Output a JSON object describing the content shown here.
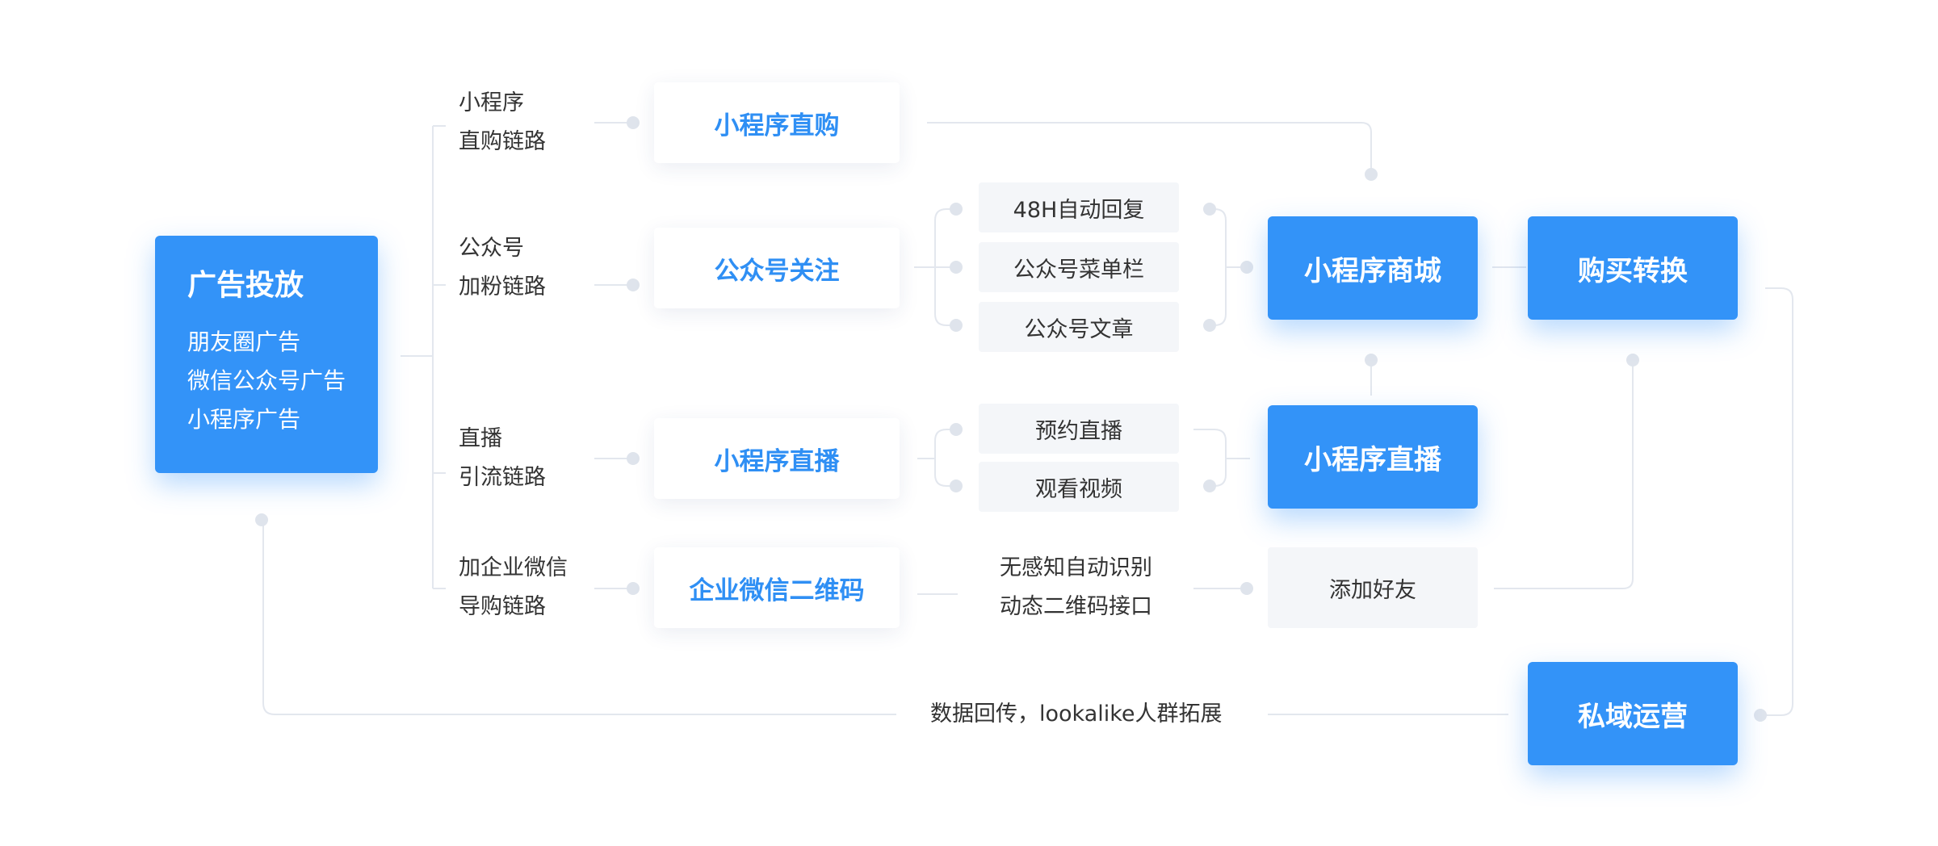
{
  "ad": {
    "title": "广告投放",
    "items": [
      "朋友圈广告",
      "微信公众号广告",
      "小程序广告"
    ]
  },
  "routes": [
    {
      "label_line1": "小程序",
      "label_line2": "直购链路",
      "node": "小程序直购"
    },
    {
      "label_line1": "公众号",
      "label_line2": "加粉链路",
      "node": "公众号关注"
    },
    {
      "label_line1": "直播",
      "label_line2": "引流链路",
      "node": "小程序直播"
    },
    {
      "label_line1": "加企业微信",
      "label_line2": "导购链路",
      "node": "企业微信二维码"
    }
  ],
  "official_account_items": [
    "48H自动回复",
    "公众号菜单栏",
    "公众号文章"
  ],
  "live_items": [
    "预约直播",
    "观看视频"
  ],
  "qr_interface": {
    "line1": "无感知自动识别",
    "line2": "动态二维码接口"
  },
  "mall": "小程序商城",
  "live_room": "小程序直播",
  "add_friend": "添加好友",
  "purchase": "购买转换",
  "private_ops": "私域运营",
  "feedback": "数据回传，lookalike人群拓展",
  "colors": {
    "blue": "#3393f8",
    "link_text": "#2f8ff4",
    "grey_box": "#f4f6f9",
    "connector": "#e3e7ee"
  }
}
